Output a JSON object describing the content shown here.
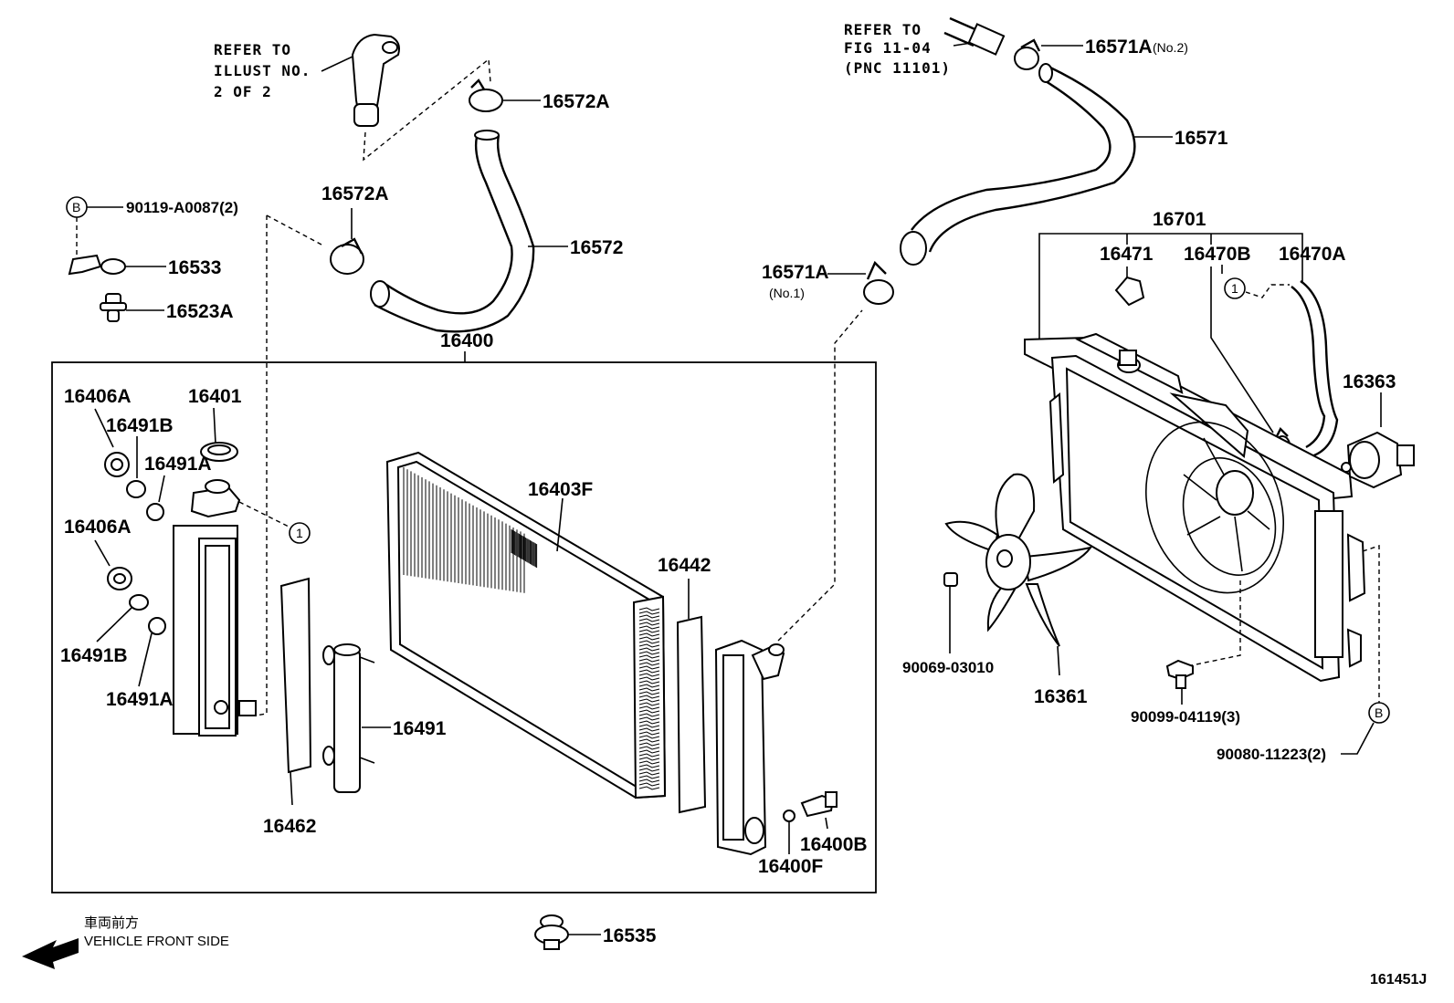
{
  "labels": {
    "refer_illust": [
      "REFER TO",
      "ILLUST NO.",
      "2 OF 2"
    ],
    "refer_fig": [
      "REFER TO",
      "FIG 11-04",
      "(PNC 11101)"
    ],
    "p16572A_top": "16572A",
    "p16572A_mid": "16572A",
    "p16572": "16572",
    "p16571A_no2": "16571A",
    "no2": "(No.2)",
    "p16571": "16571",
    "p16571A_no1": "16571A",
    "no1": "(No.1)",
    "p90119": "90119-A0087(2)",
    "p16533": "16533",
    "p16523A": "16523A",
    "p16400": "16400",
    "p16406A_a": "16406A",
    "p16491B_a": "16491B",
    "p16401": "16401",
    "p16491A_a": "16491A",
    "p16406A_b": "16406A",
    "p16491B_b": "16491B",
    "p16491A_b": "16491A",
    "p16403F": "16403F",
    "p16442": "16442",
    "p16491": "16491",
    "p16462": "16462",
    "p16400B": "16400B",
    "p16400F": "16400F",
    "p16701": "16701",
    "p16471": "16471",
    "p16470B": "16470B",
    "p16470A": "16470A",
    "p16363": "16363",
    "p90069": "90069-03010",
    "p16361": "16361",
    "p90099": "90099-04119(3)",
    "p90080": "90080-11223(2)",
    "p16535": "16535",
    "front_jp": "車両前方",
    "front_en": "VEHICLE FRONT SIDE",
    "diagram_id": "161451J",
    "callout_1": "1",
    "callout_B": "B"
  }
}
